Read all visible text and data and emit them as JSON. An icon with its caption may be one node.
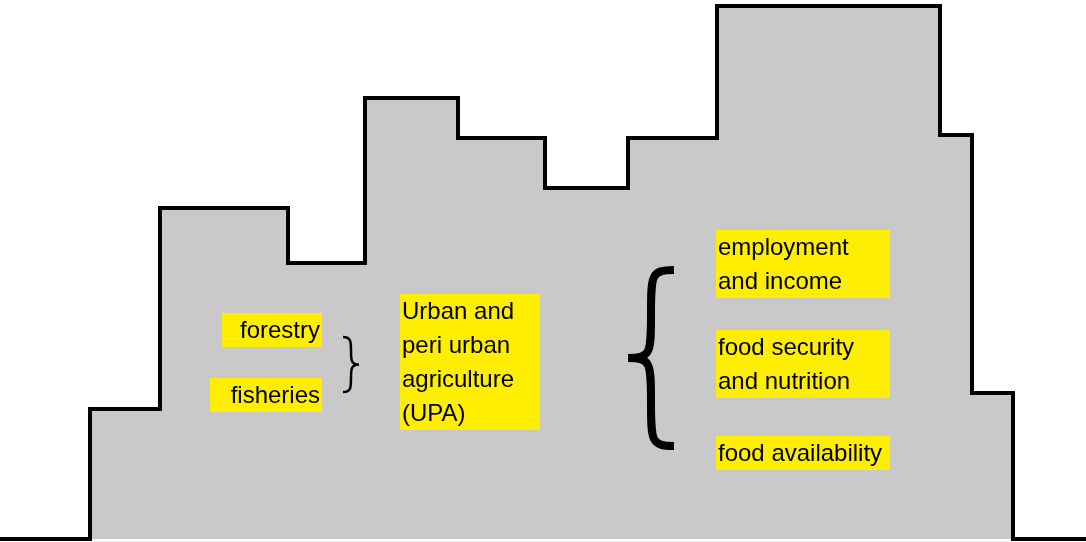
{
  "diagram": {
    "nodes": [
      {
        "text": [
          "forestry"
        ]
      },
      {
        "text": [
          "fisheries"
        ]
      },
      {
        "text": [
          "Urban and peri urban agriculture (UPA)"
        ]
      },
      {
        "text": [
          "employment and income"
        ]
      },
      {
        "text": [
          "food security and nutrition"
        ]
      },
      {
        "text": [
          "food availability"
        ]
      }
    ]
  }
}
